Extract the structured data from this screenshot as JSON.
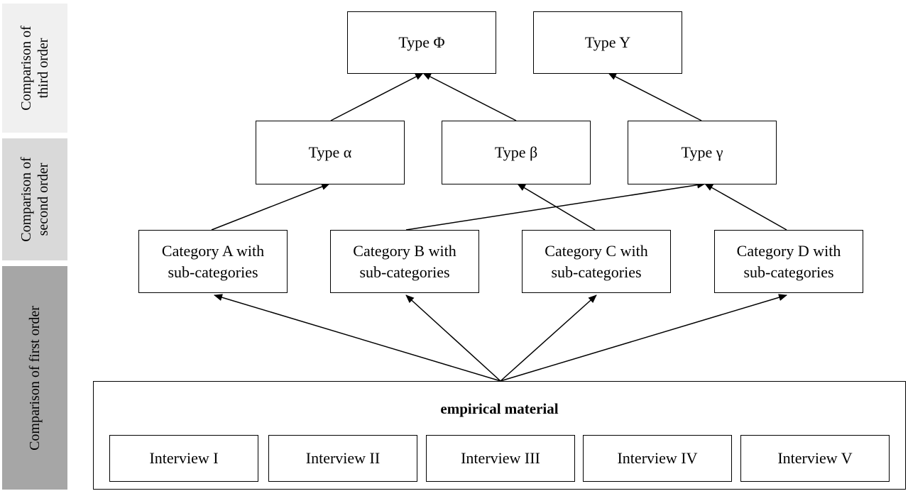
{
  "bands": {
    "third": "Comparison of\nthird order",
    "second": "Comparison of\nsecond order",
    "first": "Comparison of first order"
  },
  "types": {
    "phi": "Type Φ",
    "y": "Type Y",
    "alpha": "Type α",
    "beta": "Type β",
    "gamma": "Type γ"
  },
  "categories": {
    "a": "Category A with\nsub-categories",
    "b": "Category B with\nsub-categories",
    "c": "Category C with\nsub-categories",
    "d": "Category D with\nsub-categories"
  },
  "empirical": {
    "title": "empirical material",
    "interviews": [
      "Interview I",
      "Interview II",
      "Interview III",
      "Interview IV",
      "Interview V"
    ]
  },
  "colors": {
    "band_third": "#f0f0f0",
    "band_second": "#d9d9d9",
    "band_first": "#a6a6a6"
  }
}
